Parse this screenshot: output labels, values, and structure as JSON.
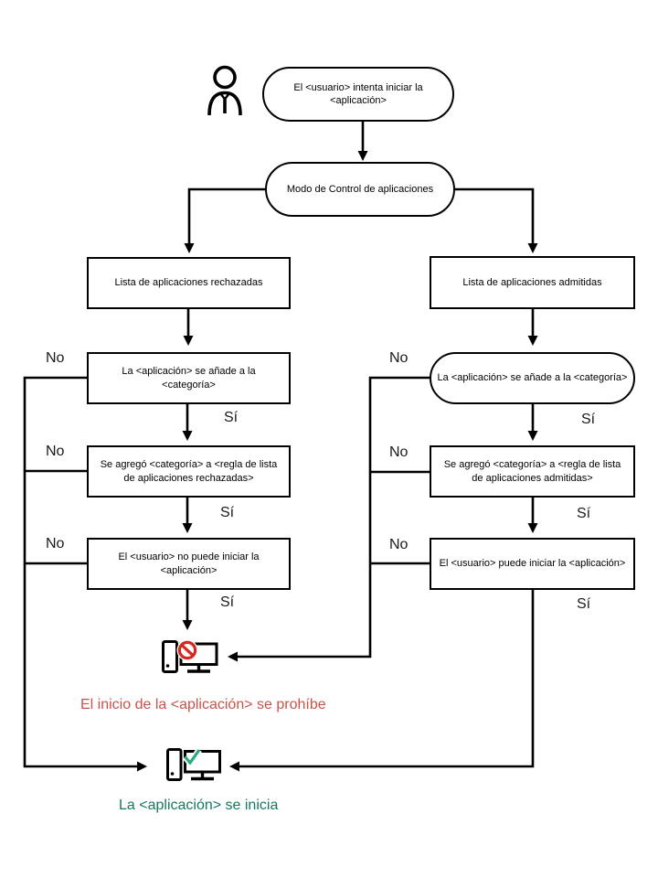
{
  "diagram": {
    "language": "es",
    "labels": {
      "yes": "Sí",
      "no": "No"
    },
    "nodes": {
      "start": {
        "text": "El <usuario> intenta iniciar la <aplicación>",
        "shape": "pill"
      },
      "mode": {
        "text": "Modo de Control de aplicaciones",
        "shape": "pill"
      },
      "denylist": {
        "text": "Lista de aplicaciones rechazadas",
        "shape": "rect"
      },
      "allowlist": {
        "text": "Lista de aplicaciones admitidas",
        "shape": "rect"
      },
      "deny_category": {
        "text": "La <aplicación> se añade a la <categoría>",
        "shape": "rect"
      },
      "allow_category": {
        "text": "La <aplicación> se añade a la <categoría>",
        "shape": "stadium"
      },
      "deny_rule": {
        "text": "Se agregó <categoría> a <regla de lista de aplicaciones rechazadas>",
        "shape": "rect"
      },
      "allow_rule": {
        "text": "Se agregó <categoría> a <regla de lista de aplicaciones admitidas>",
        "shape": "rect"
      },
      "deny_result": {
        "text": "El <usuario> no puede iniciar la <aplicación>",
        "shape": "rect"
      },
      "allow_result": {
        "text": "El <usuario> puede iniciar la <aplicación>",
        "shape": "rect"
      }
    },
    "outcomes": {
      "blocked": {
        "text": "El inicio de la <aplicación> se prohíbe",
        "color": "#c9534b"
      },
      "started": {
        "text": "La <aplicación> se inicia",
        "color": "#15795f"
      }
    },
    "icons": {
      "user": "user-icon",
      "blocked_pc": "computer-blocked-icon",
      "started_pc": "computer-started-icon"
    },
    "colors": {
      "line": "#000000",
      "prohibition_sign": "#d6281e",
      "check_mark": "#2aab7d"
    }
  }
}
